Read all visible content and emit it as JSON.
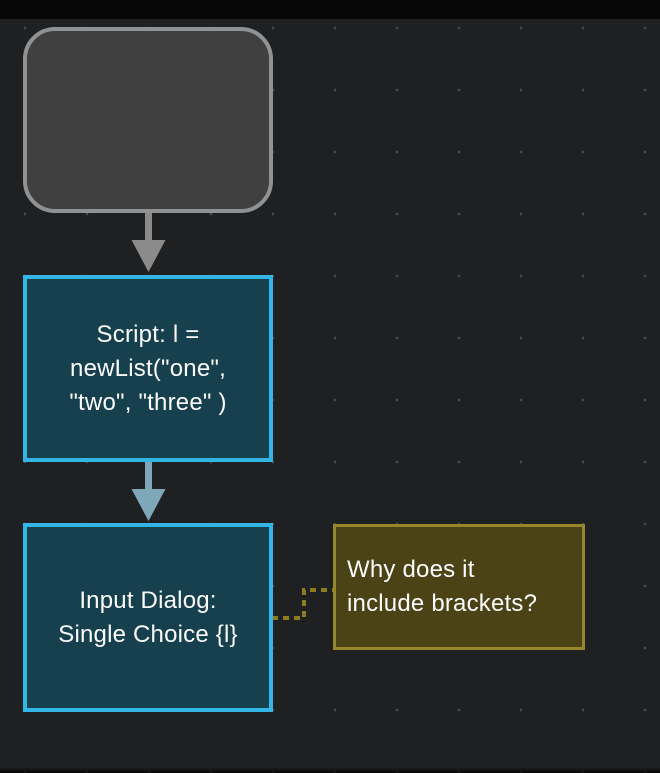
{
  "canvas": {
    "background_color": "#1f2022",
    "grid_dot_color": "#47494c"
  },
  "status_bar": {
    "color": "#060606"
  },
  "flowchart": {
    "start_block": {
      "type": "flow-beginning",
      "fill_color": "#404041",
      "border_color": "#909192"
    },
    "script_block": {
      "lines": [
        "Script: l =",
        "newList(\"one\",",
        "\"two\", \"three\" )"
      ],
      "full_text": "Script: l = newList(\"one\", \"two\", \"three\" )",
      "border_color": "#33b5e5",
      "fill_color": "#16404e"
    },
    "input_dialog_block": {
      "lines": [
        "Input Dialog:",
        "Single Choice {l}"
      ],
      "full_text": "Input Dialog: Single Choice {l}",
      "border_color": "#33b5e5",
      "fill_color": "#16404e"
    },
    "comment_block": {
      "lines": [
        "Why does it",
        "include brackets?"
      ],
      "full_text": "Why does it include brackets?",
      "border_color": "#97872a",
      "fill_color": "#4b4216"
    },
    "connectors": {
      "arrow_start_to_script_color": "#8b8b8b",
      "arrow_script_to_input_color": "#7ea7ba",
      "comment_link_color": "#8b7c1f",
      "comment_link_style": "dashed"
    }
  }
}
